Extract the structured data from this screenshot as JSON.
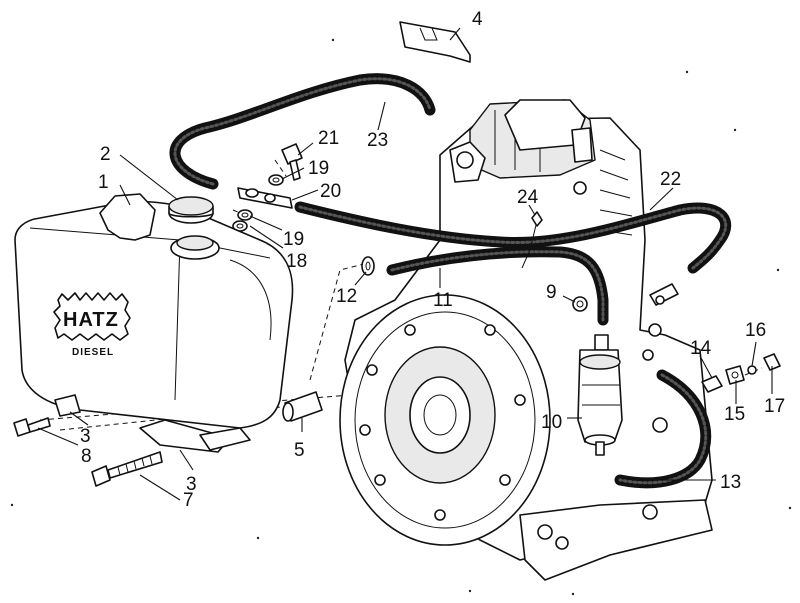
{
  "brand": {
    "logo_text": "HATZ",
    "sub_text": "DIESEL"
  },
  "callouts": [
    {
      "id": "1",
      "part": "fuel-tank"
    },
    {
      "id": "2",
      "part": "tank-cap"
    },
    {
      "id": "3",
      "part": "tank-mounting-lug"
    },
    {
      "id": "4",
      "part": "hose-clip-bracket"
    },
    {
      "id": "5",
      "part": "spacer-sleeve"
    },
    {
      "id": "7",
      "part": "long-screw"
    },
    {
      "id": "8",
      "part": "short-screw"
    },
    {
      "id": "9",
      "part": "banjo-fitting"
    },
    {
      "id": "10",
      "part": "fuel-filter"
    },
    {
      "id": "11",
      "part": "fuel-hose"
    },
    {
      "id": "12",
      "part": "grommet"
    },
    {
      "id": "13",
      "part": "return-hose"
    },
    {
      "id": "14",
      "part": "sleeve"
    },
    {
      "id": "15",
      "part": "fitting"
    },
    {
      "id": "16",
      "part": "washer"
    },
    {
      "id": "17",
      "part": "nipple"
    },
    {
      "id": "18",
      "part": "seal-ring"
    },
    {
      "id": "19",
      "part": "seal-ring"
    },
    {
      "id": "20",
      "part": "banjo-union"
    },
    {
      "id": "21",
      "part": "banjo-bolt"
    },
    {
      "id": "22",
      "part": "leak-off-hose"
    },
    {
      "id": "23",
      "part": "feed-hose"
    },
    {
      "id": "24",
      "part": "hose-clamp"
    }
  ]
}
